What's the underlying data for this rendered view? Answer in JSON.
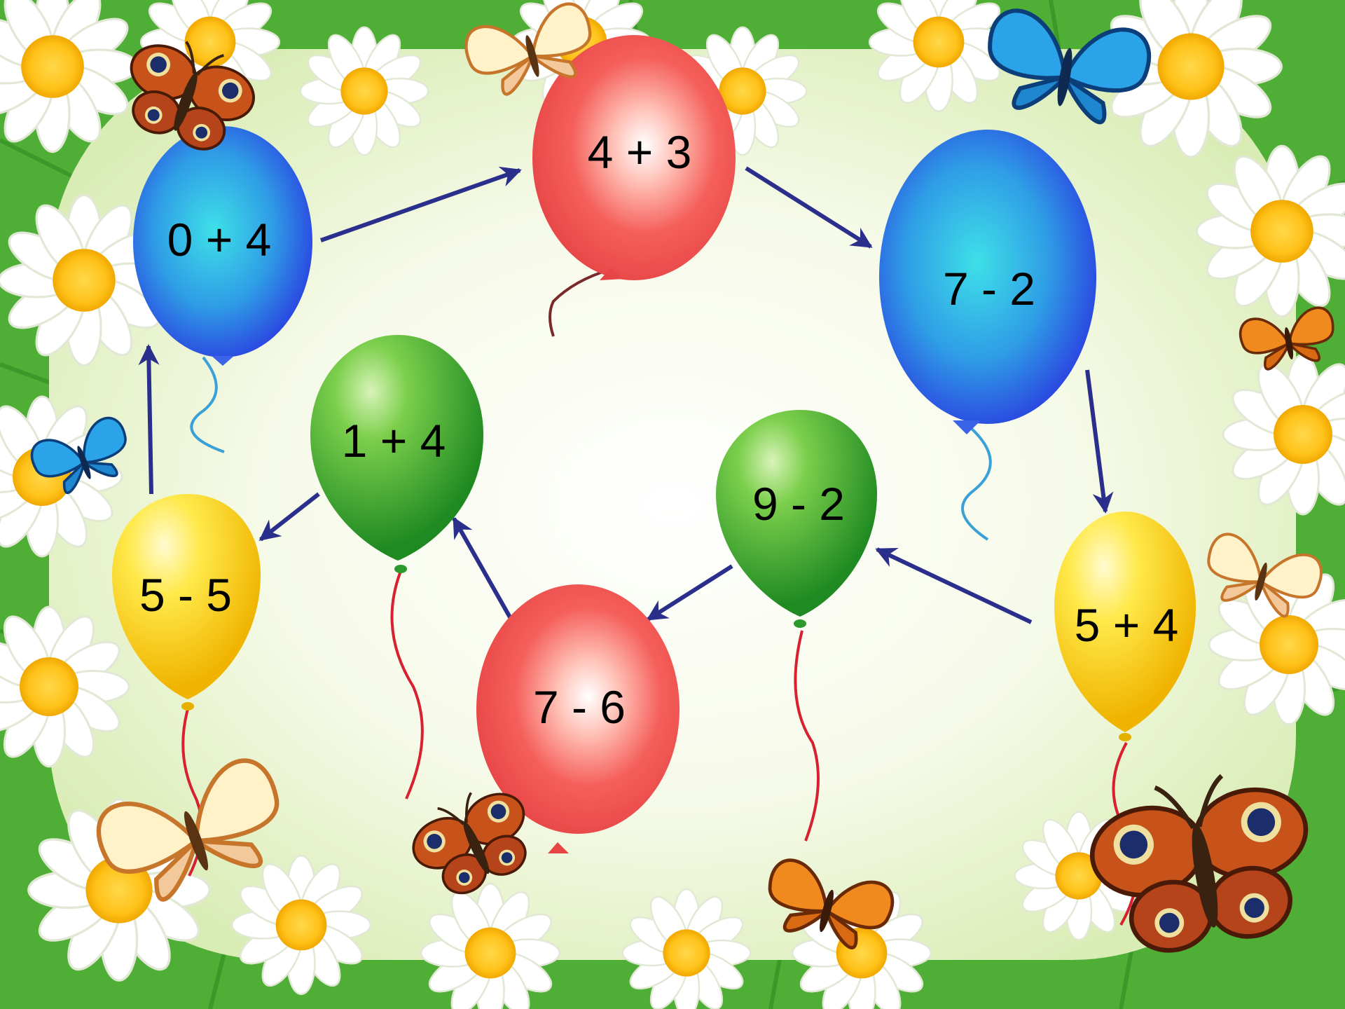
{
  "colors": {
    "arrow": "#2b2f8c",
    "border_grass": "#57b23a",
    "center_glow": "#fbfdf2",
    "balloon_blue": "#3a63e8",
    "balloon_red": "#f45c5c",
    "balloon_green": "#38a32a",
    "balloon_yellow": "#f7d617"
  },
  "balloons": [
    {
      "id": "balloon-1",
      "expression": "0 + 4",
      "color": "blue",
      "order": 1
    },
    {
      "id": "balloon-2",
      "expression": "4 + 3",
      "color": "red",
      "order": 2
    },
    {
      "id": "balloon-3",
      "expression": "7 - 2",
      "color": "blue",
      "order": 3
    },
    {
      "id": "balloon-4",
      "expression": "5 + 4",
      "color": "yellow",
      "order": 4
    },
    {
      "id": "balloon-5",
      "expression": "9 - 2",
      "color": "green",
      "order": 5
    },
    {
      "id": "balloon-6",
      "expression": "7 - 6",
      "color": "red",
      "order": 6
    },
    {
      "id": "balloon-7",
      "expression": "1 + 4",
      "color": "green",
      "order": 7
    },
    {
      "id": "balloon-8",
      "expression": "5 - 5",
      "color": "yellow",
      "order": 8
    }
  ],
  "decorations": {
    "flower": "daisy-icon",
    "butterflies": [
      "peacock-butterfly-icon",
      "cream-butterfly-icon",
      "blue-butterfly-icon",
      "orange-butterfly-icon"
    ]
  }
}
